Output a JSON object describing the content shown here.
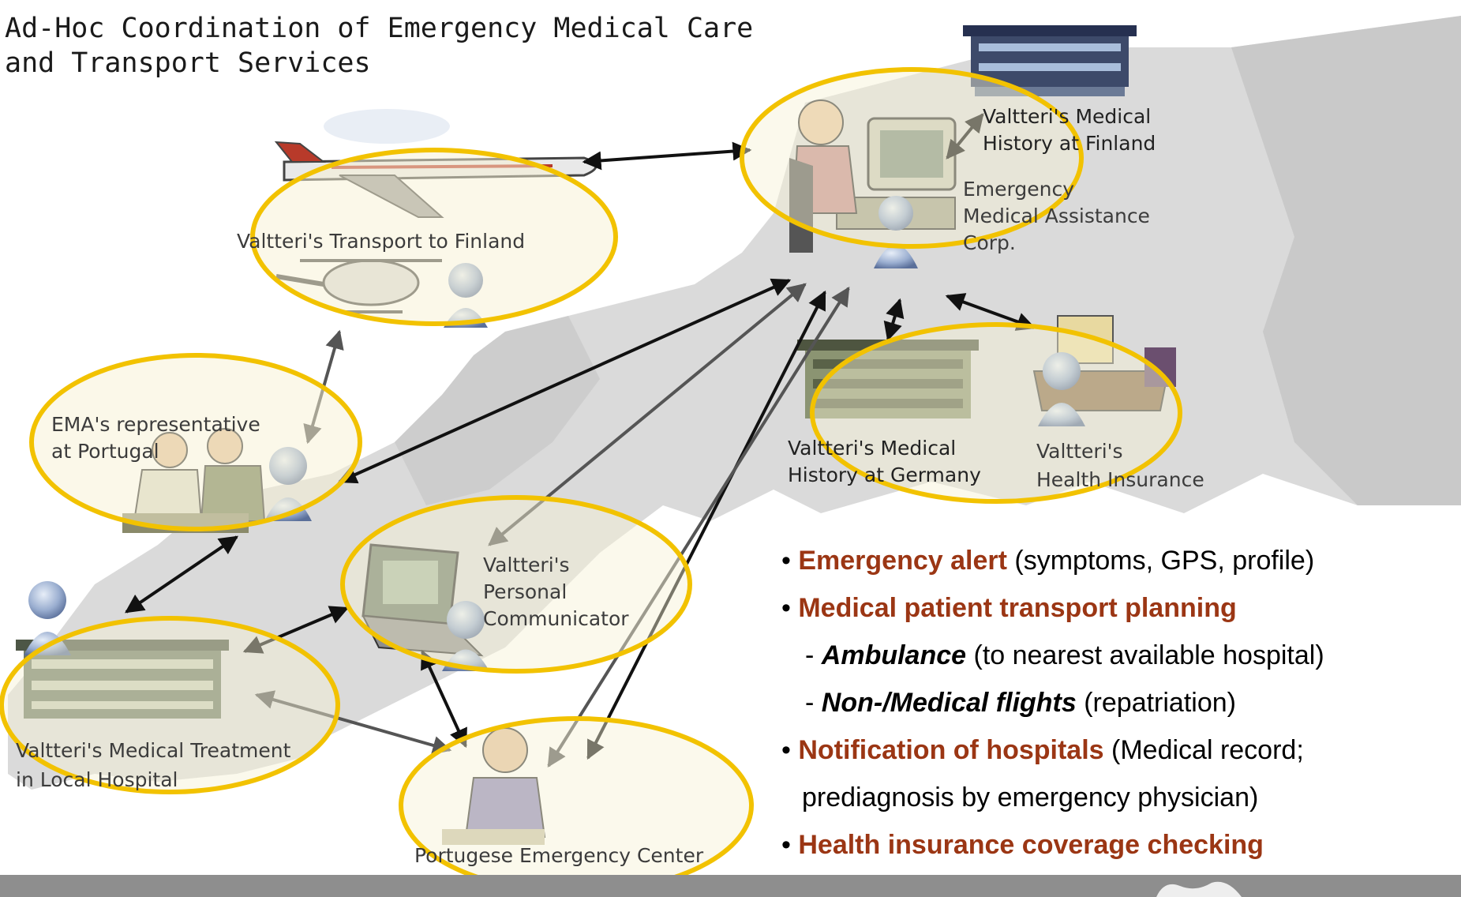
{
  "title": {
    "line1": "Ad-Hoc Coordination of Emergency Medical Care",
    "line2": "and Transport Services"
  },
  "nodes": {
    "transport": "Valtteri's Transport to Finland",
    "ema_finland": {
      "history_l1": "Valtteri's Medical",
      "history_l2": "History at Finland",
      "corp_l1": "Emergency",
      "corp_l2": "Medical Assistance",
      "corp_l3": "Corp."
    },
    "rep_portugal": {
      "l1": "EMA's representative",
      "l2": "at Portugal"
    },
    "germany": {
      "history_l1": "Valtteri's Medical",
      "history_l2": "History at Germany",
      "insurance_l1": "Valtteri's",
      "insurance_l2": "Health Insurance"
    },
    "communicator": {
      "l1": "Valtteri's",
      "l2": "Personal",
      "l3": "Communicator"
    },
    "local_hospital": {
      "l1": "Valtteri's Medical Treatment",
      "l2": "in Local Hospital"
    },
    "emergency_center": "Portugese Emergency Center"
  },
  "bullets": {
    "b1_bold": "Emergency alert",
    "b1_rest": " (symptoms, GPS, profile)",
    "b2_bold": "Medical patient transport planning",
    "b3_em": "Ambulance",
    "b3_rest": " (to nearest available hospital)",
    "b4_em": "Non-/Medical flights",
    "b4_rest": " (repatriation)",
    "b5_bold": "Notification of hospitals",
    "b5_rest": " (Medical record;",
    "b5_line2": "prediagnosis by emergency physician)",
    "b6_bold": "Health insurance coverage checking"
  },
  "colors": {
    "ellipse": "#f2c200",
    "highlight": "#9b3614",
    "map": "#d4d4d4",
    "bar": "#8e8e8e"
  }
}
